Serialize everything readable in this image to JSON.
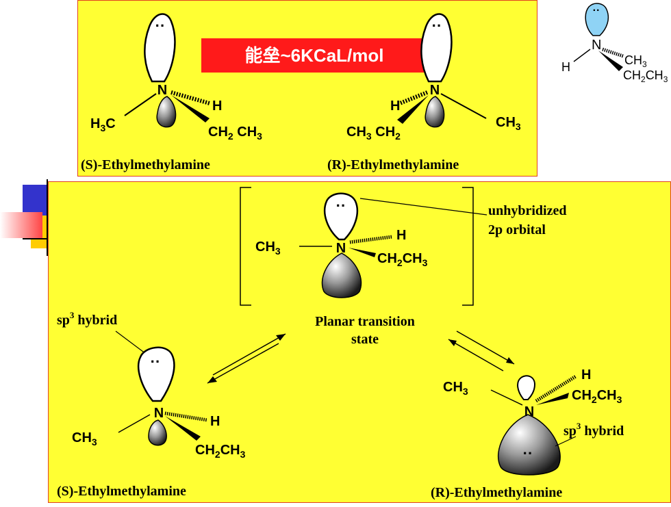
{
  "top_panel": {
    "energy_barrier": "能垒~6KCaL/mol",
    "left_molecule": {
      "lone_pair": "··",
      "atom_n": "N",
      "atom_h": "H",
      "h3c": "H",
      "h3c_sub": "3",
      "h3c_c": "C",
      "ch2ch3": "CH",
      "ch2ch3_sub1": "2",
      "ch2ch3_mid": " CH",
      "ch2ch3_sub2": "3",
      "label": "(S)-Ethylmethylamine"
    },
    "right_molecule": {
      "lone_pair": "··",
      "atom_n": "N",
      "atom_h": "H",
      "ch3": "CH",
      "ch3_sub": "3",
      "ch3ch2": "CH",
      "ch3ch2_sub1": "3",
      "ch3ch2_mid": " CH",
      "ch3ch2_sub2": "2",
      "label": "(R)-Ethylmethylamine"
    }
  },
  "corner_structure": {
    "lone_pair": "··",
    "atom_n": "N",
    "atom_h": "H",
    "ch3": "CH",
    "ch3_sub": "3",
    "ch2ch3": "CH",
    "ch2ch3_sub1": "2",
    "ch2ch3_mid": "CH",
    "ch2ch3_sub2": "3"
  },
  "bottom_panel": {
    "transition": {
      "lone_pair": "··",
      "atom_n": "N",
      "atom_h": "H",
      "ch3": "CH",
      "ch3_sub": "3",
      "ch2ch3": "CH",
      "ch2ch3_sub1": "2",
      "ch2ch3_mid": "CH",
      "ch2ch3_sub2": "3",
      "orbital_label_line1": "unhybridized",
      "orbital_label_line2": "2p orbital",
      "caption_line1": "Planar transition",
      "caption_line2": "state"
    },
    "left_molecule": {
      "hybrid_label": "sp",
      "hybrid_sup": "3",
      "hybrid_word": " hybrid",
      "lone_pair": "··",
      "atom_n": "N",
      "atom_h": "H",
      "ch3": "CH",
      "ch3_sub": "3",
      "ch2ch3": "CH",
      "ch2ch3_sub1": "2",
      "ch2ch3_mid": "CH",
      "ch2ch3_sub2": "3",
      "label": "(S)-Ethylmethylamine"
    },
    "right_molecule": {
      "hybrid_label": "sp",
      "hybrid_sup": "3",
      "hybrid_word": " hybrid",
      "lone_pair": "··",
      "atom_n": "N",
      "atom_h": "H",
      "ch3": "CH",
      "ch3_sub": "3",
      "ch2ch3": "CH",
      "ch2ch3_sub1": "2",
      "ch2ch3_mid": "CH",
      "ch2ch3_sub2": "3",
      "label": "(R)-Ethylmethylamine"
    }
  },
  "colors": {
    "panel_background": "#ffff33",
    "panel_border": "#e04020",
    "barrier_box": "#ff1a1a",
    "barrier_text": "#ffffff",
    "corner_lobe": "#8fd3f5"
  }
}
